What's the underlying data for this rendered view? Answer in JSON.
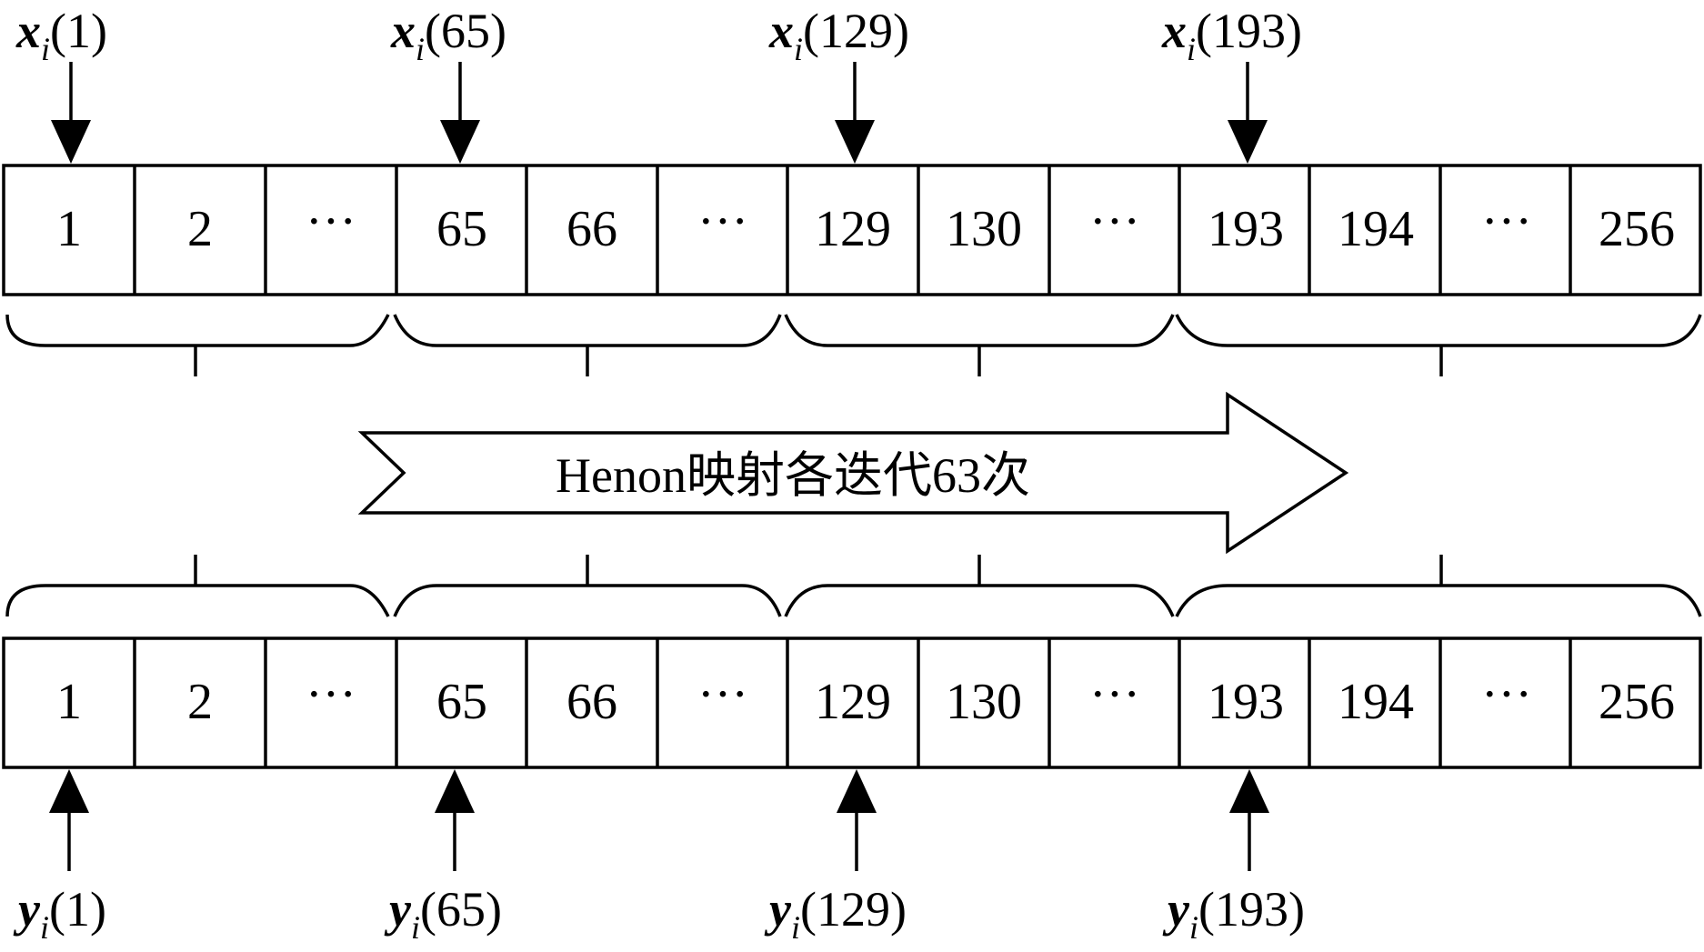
{
  "top_row": {
    "cells": [
      "1",
      "2",
      "···",
      "65",
      "66",
      "···",
      "129",
      "130",
      "···",
      "193",
      "194",
      "···",
      "256"
    ]
  },
  "bottom_row": {
    "cells": [
      "1",
      "2",
      "···",
      "65",
      "66",
      "···",
      "129",
      "130",
      "···",
      "193",
      "194",
      "···",
      "256"
    ]
  },
  "top_pointers": [
    {
      "var": "x",
      "sub": "i",
      "arg": "(1)"
    },
    {
      "var": "x",
      "sub": "i",
      "arg": "(65)"
    },
    {
      "var": "x",
      "sub": "i",
      "arg": "(129)"
    },
    {
      "var": "x",
      "sub": "i",
      "arg": "(193)"
    }
  ],
  "bottom_pointers": [
    {
      "var": "y",
      "sub": "i",
      "arg": "(1)"
    },
    {
      "var": "y",
      "sub": "i",
      "arg": "(65)"
    },
    {
      "var": "y",
      "sub": "i",
      "arg": "(129)"
    },
    {
      "var": "y",
      "sub": "i",
      "arg": "(193)"
    }
  ],
  "banner": {
    "text": "Henon映射各迭代63次"
  }
}
